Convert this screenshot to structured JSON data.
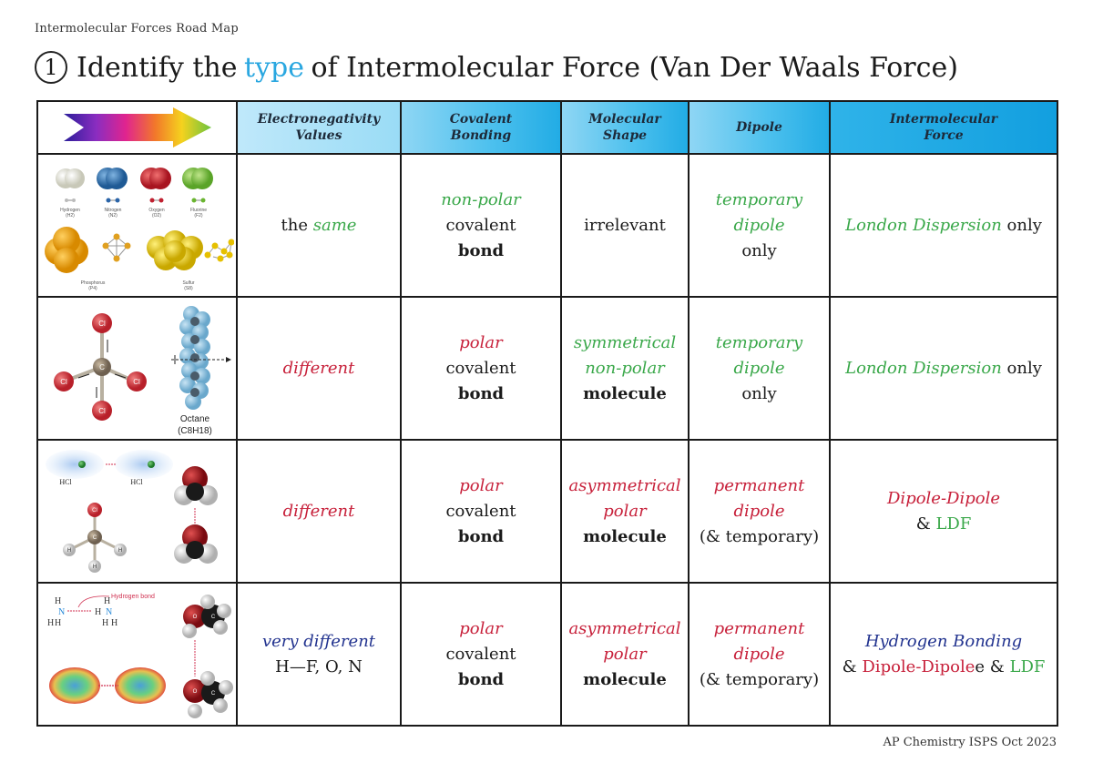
{
  "top_title": "Intermolecular Forces Road Map",
  "heading": {
    "number": "1",
    "before": "Identify the",
    "highlight": "type",
    "after": "of Intermolecular Force (Van Der Waals Force)"
  },
  "columns": [
    {
      "line1": "Electronegativity",
      "line2": "Values"
    },
    {
      "line1": "Covalent",
      "line2": "Bonding"
    },
    {
      "line1": "Molecular",
      "line2": "Shape"
    },
    {
      "line1": "Dipole",
      "line2": ""
    },
    {
      "line1": "Intermolecular",
      "line2": "Force"
    }
  ],
  "rows": [
    {
      "image_labels": {
        "h2": "Hydrogen",
        "h2f": "(H2)",
        "n2": "Nitrogen",
        "n2f": "(N2)",
        "o2": "Oxygen",
        "o2f": "(O2)",
        "f2": "Fluorine",
        "f2f": "(F2)",
        "p4": "Phosphorus",
        "p4f": "(P4)",
        "s8": "Sulfur",
        "s8f": "(S8)"
      },
      "en": {
        "pre": "the ",
        "word": "same"
      },
      "bond": {
        "type": "non-polar",
        "mid": "covalent",
        "last": "bond"
      },
      "shape": {
        "plain": "irrelevant"
      },
      "dipole": {
        "l1": "temporary",
        "l2": "dipole",
        "l3": "only"
      },
      "force": {
        "main": "London Dispersion",
        "suffix": " only"
      }
    },
    {
      "image_labels": {
        "cl": "Cl",
        "c": "C",
        "octane": "Octane",
        "octane_formula": "(C8H18)"
      },
      "en": {
        "word": "different"
      },
      "bond": {
        "type": "polar",
        "mid": "covalent",
        "last": "bond"
      },
      "shape": {
        "l1": "symmetrical",
        "l2": "non-polar",
        "l3": "molecule"
      },
      "dipole": {
        "l1": "temporary",
        "l2": "dipole",
        "l3": "only"
      },
      "force": {
        "main": "London Dispersion",
        "suffix": " only"
      }
    },
    {
      "image_labels": {
        "hcl": "HCl",
        "h": "H",
        "c": "C",
        "cl": "Cl"
      },
      "en": {
        "word": "different"
      },
      "bond": {
        "type": "polar",
        "mid": "covalent",
        "last": "bond"
      },
      "shape": {
        "l1": "asymmetrical",
        "l2": "polar",
        "l3": "molecule"
      },
      "dipole": {
        "l1": "permanent",
        "l2": "dipole",
        "l3": "(& temporary)"
      },
      "force": {
        "l1": "Dipole-Dipole",
        "amp": "& ",
        "ldf": "LDF"
      }
    },
    {
      "image_labels": {
        "hbond": "Hydrogen bond",
        "h": "H",
        "n": "N",
        "o": "O",
        "c": "C"
      },
      "en": {
        "word": "very different",
        "detail": "H—F, O, N"
      },
      "bond": {
        "type": "polar",
        "mid": "covalent",
        "last": "bond"
      },
      "shape": {
        "l1": "asymmetrical",
        "l2": "polar",
        "l3": "molecule"
      },
      "dipole": {
        "l1": "permanent",
        "l2": "dipole",
        "l3": "(& temporary)"
      },
      "force": {
        "hb": "Hydrogen Bonding",
        "amp1": "& ",
        "dd": "Dipole-Dipole",
        "amp2": "e & ",
        "ldf": "LDF"
      }
    }
  ],
  "footer": "AP Chemistry ISPS Oct 2023",
  "colors": {
    "green": "#3aa84a",
    "red": "#c7203a",
    "blue": "#22338f",
    "highlight": "#2aa7e0",
    "header_blue": "#22ace5"
  }
}
